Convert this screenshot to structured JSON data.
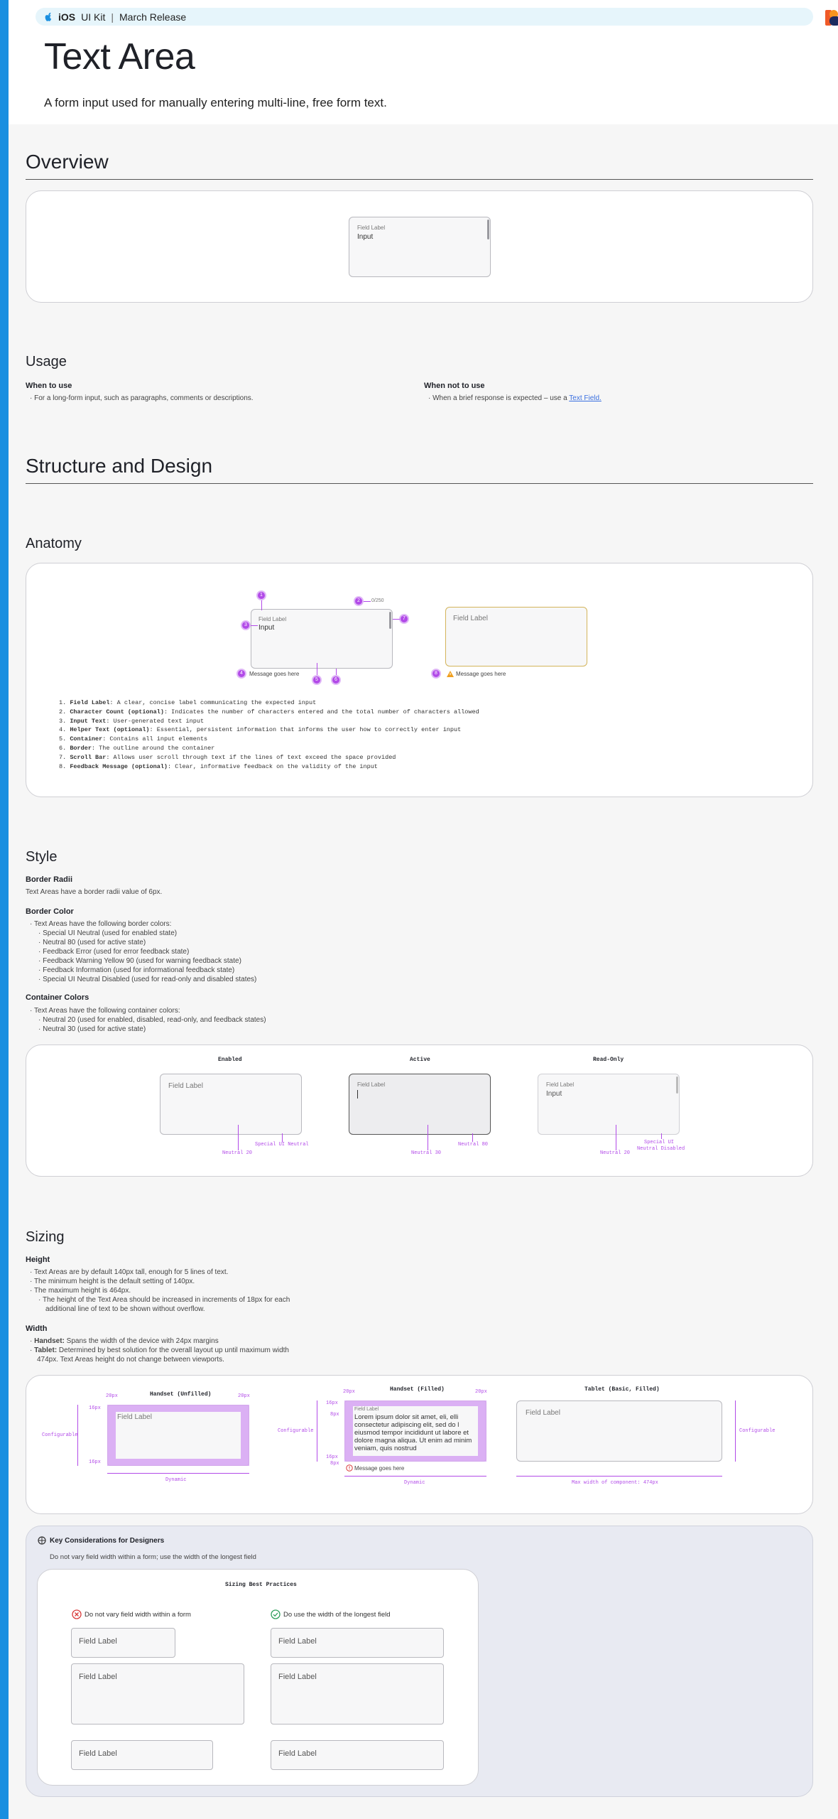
{
  "header": {
    "platform": "iOS",
    "kit": "UI Kit",
    "separator": "|",
    "release": "March Release"
  },
  "page": {
    "title": "Text Area",
    "subtitle": "A form input used for manually entering multi-line, free form text."
  },
  "overview": {
    "title": "Overview",
    "field_label": "Field Label",
    "input": "Input"
  },
  "usage": {
    "title": "Usage",
    "when_to_use": "When to use",
    "when_to_use_item": "For a long-form input, such as paragraphs, comments or descriptions.",
    "when_not": "When not to use",
    "when_not_item": "When a brief response is expected – use a ",
    "when_not_link": "Text Field."
  },
  "structure": {
    "title": "Structure and Design"
  },
  "anatomy": {
    "title": "Anatomy",
    "field_label": "Field Label",
    "input": "Input",
    "count": "0/250",
    "message": "Message goes here",
    "field_label_2": "Field Label",
    "message_2": "Message goes here",
    "numbers": [
      "1",
      "2",
      "3",
      "4",
      "5",
      "6",
      "7",
      "8"
    ],
    "items": [
      {
        "n": "1.",
        "term": "Field Label",
        "desc": ": A clear, concise label communicating the expected input"
      },
      {
        "n": "2.",
        "term": "Character Count (optional)",
        "desc": ": Indicates the number of characters entered and the total number of characters allowed"
      },
      {
        "n": "3.",
        "term": "Input Text",
        "desc": ": User-generated text input"
      },
      {
        "n": "4.",
        "term": "Helper Text (optional)",
        "desc": ": Essential, persistent information that informs the user how to correctly enter input"
      },
      {
        "n": "5.",
        "term": "Container",
        "desc": ": Contains all input elements"
      },
      {
        "n": "6.",
        "term": "Border",
        "desc": ": The outline around the container"
      },
      {
        "n": "7.",
        "term": "Scroll Bar",
        "desc": ": Allows user scroll through text if the lines of text exceed the space provided"
      },
      {
        "n": "8.",
        "term": "Feedback Message (optional)",
        "desc": ": Clear, informative feedback on the validity of the input"
      }
    ]
  },
  "style": {
    "title": "Style",
    "radii_title": "Border Radii",
    "radii_text": "Text Areas have a border radii value of 6px.",
    "color_title": "Border Color",
    "color_intro": "Text Areas have the following border colors:",
    "colors": [
      "Special UI Neutral (used for enabled state)",
      "Neutral 80 (used for active state)",
      "Feedback Error (used for error feedback state)",
      "Feedback Warning Yellow 90 (used for warning feedback state)",
      "Feedback Information (used for informational feedback state)",
      "Special UI Neutral Disabled (used for read-only and disabled states)"
    ],
    "container_title": "Container Colors",
    "container_intro": "Text Areas have the following container colors:",
    "containers": [
      "Neutral 20 (used for enabled, disabled, read-only, and feedback states)",
      "Neutral 30 (used for active state)"
    ],
    "states": {
      "enabled": "Enabled",
      "active": "Active",
      "readonly": "Read-Only",
      "field_label": "Field Label",
      "input": "Input",
      "enabled_a": "Neutral 20",
      "enabled_b": "Special UI Neutral",
      "active_a": "Neutral 30",
      "active_b": "Neutral 80",
      "ro_a": "Neutral 20",
      "ro_b1": "Special UI",
      "ro_b2": "Neutral Disabled"
    }
  },
  "sizing": {
    "title": "Sizing",
    "height_title": "Height",
    "height_items": [
      "Text Areas are by default 140px tall, enough for 5 lines of text.",
      "The minimum height is the default setting of 140px.",
      "The maximum height is 464px."
    ],
    "height_sub1": "The height of the Text Area should be increased in increments of 18px for each",
    "height_sub2": "additional line of text to be shown without overflow.",
    "width_title": "Width",
    "handset_term": "Handset:",
    "handset_desc": " Spans the width of the device with 24px margins",
    "tablet_term": "Tablet:",
    "tablet_desc1": " Determined by best solution for the overall layout up until maximum width",
    "tablet_desc2": "474px. Text Areas height do not change between viewports.",
    "diagrams": {
      "unfilled_title": "Handset (Unfilled)",
      "filled_title": "Handset (Filled)",
      "tablet_title": "Tablet (Basic, Filled)",
      "px20": "20px",
      "px16": "16px",
      "px8": "8px",
      "configurable": "Configurable",
      "dynamic": "Dynamic",
      "field_label": "Field Label",
      "lorem": "Lorem ipsum dolor sit amet, eli, elli consectetur adipiscing elit, sed do l eiusmod tempor incididunt ut labore et dolore magna aliqua. Ut enim ad minim veniam, quis nostrud",
      "message": "Message goes here",
      "max_width": "Max width of component: 474px"
    }
  },
  "key": {
    "title": "Key Considerations for Designers",
    "text": "Do not vary field width within a form; use the width of the longest field",
    "best_title": "Sizing Best Practices",
    "dont": "Do not vary field width within a form",
    "do": "Do use the width of the longest field",
    "field_label": "Field Label"
  },
  "colors": {
    "accent": "#b24ae8",
    "sidebar": "#1a8fe0",
    "header_pill": "#e6f5fb",
    "good": "#2e9e5b",
    "bad": "#d93b3b",
    "warning": "#f0a020"
  }
}
